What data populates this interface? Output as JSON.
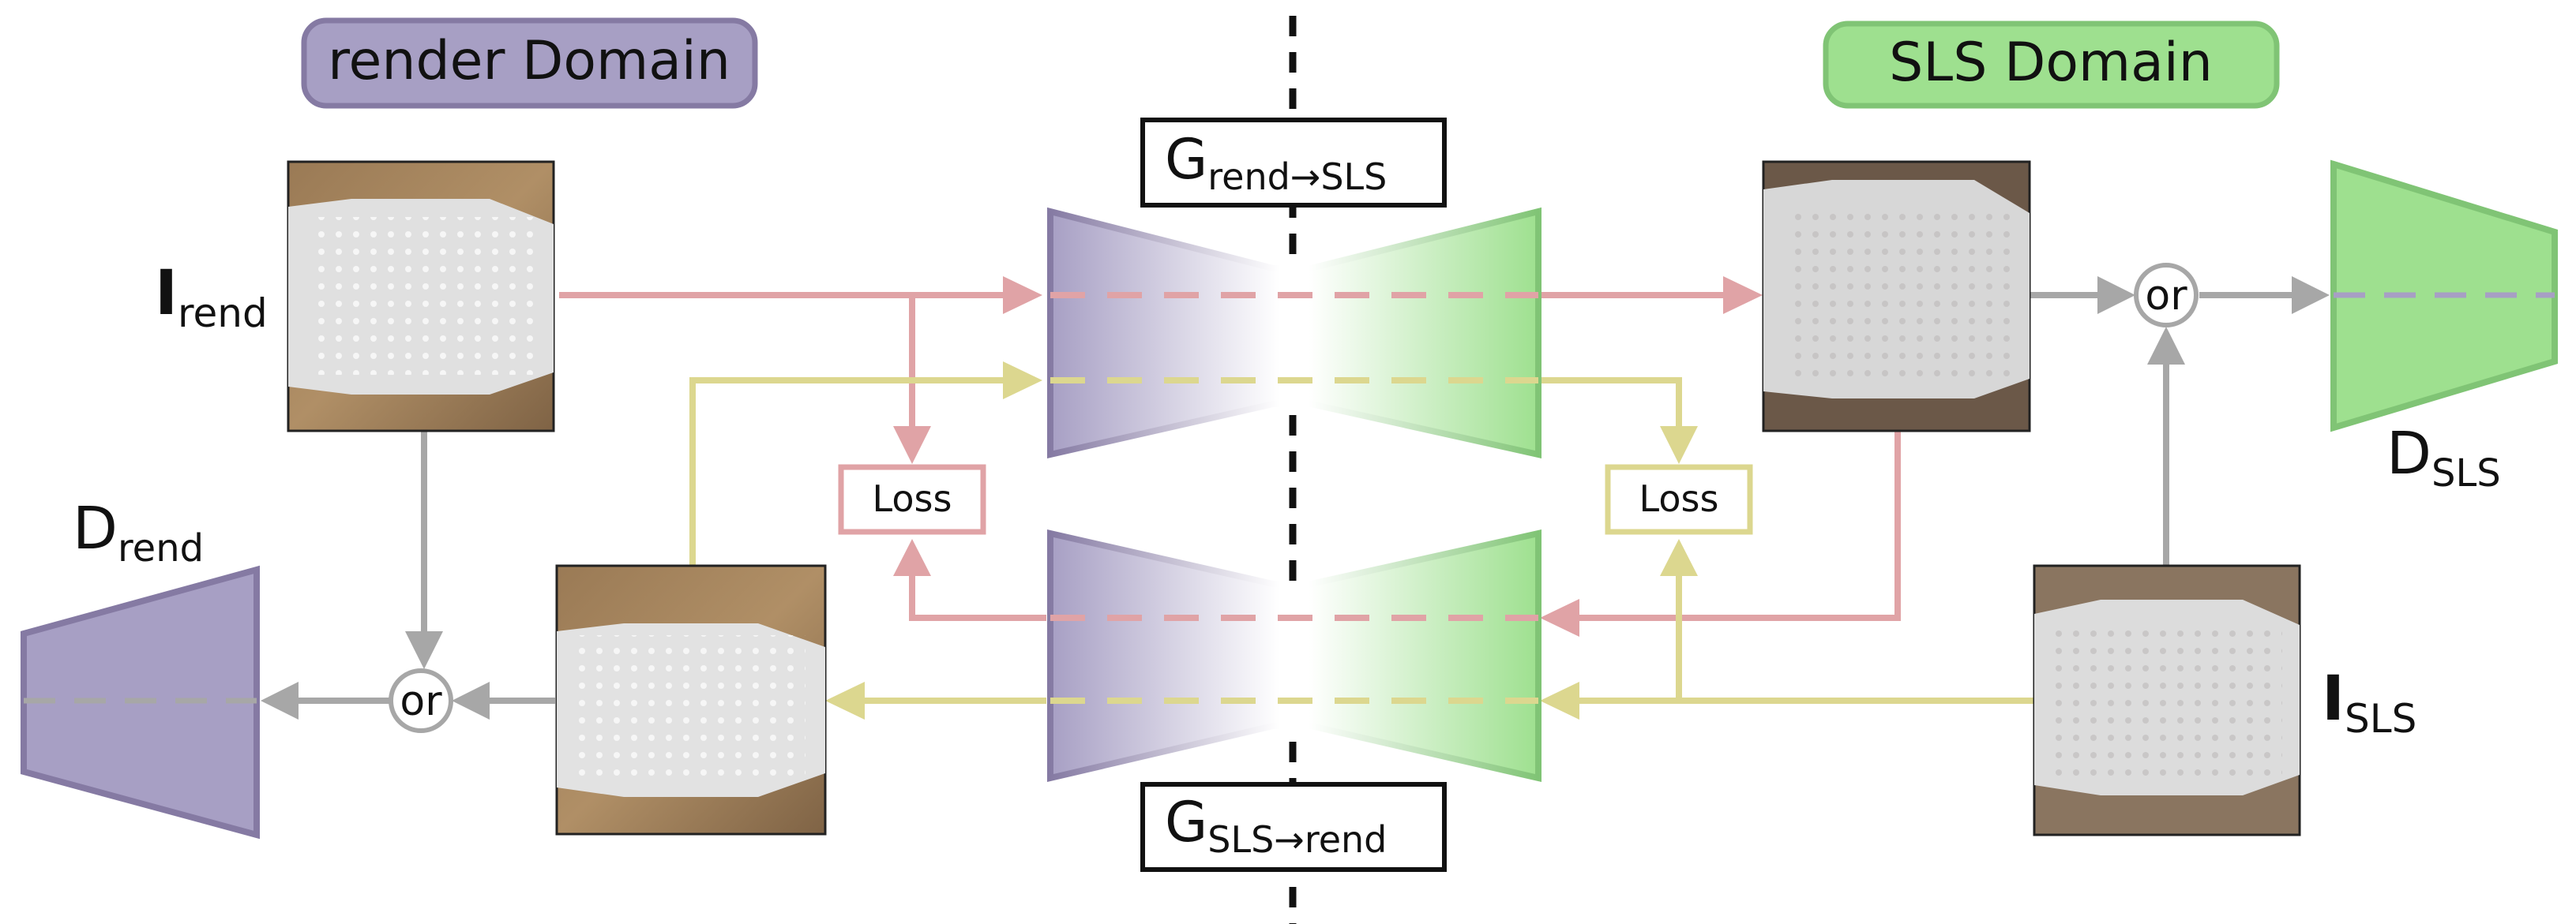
{
  "domains": {
    "render": "render Domain",
    "sls": "SLS Domain"
  },
  "images": {
    "rend_main": {
      "label": "I",
      "sub": "rend"
    },
    "sls_main": {
      "label": "I",
      "sub": "SLS"
    }
  },
  "discriminators": {
    "rend": {
      "label": "D",
      "sub": "rend"
    },
    "sls": {
      "label": "D",
      "sub": "SLS"
    }
  },
  "generators": {
    "rend_to_sls": {
      "label": "G",
      "sub": "rend→SLS"
    },
    "sls_to_rend": {
      "label": "G",
      "sub": "SLS→rend"
    }
  },
  "loss_label": "Loss",
  "or_label": "or",
  "colors": {
    "render": "#a79fc4",
    "sls": "#9ee08f",
    "cycle_rend": "#e0a3a6",
    "cycle_sls": "#dcd78f",
    "disc_path": "#a7a7a7"
  }
}
